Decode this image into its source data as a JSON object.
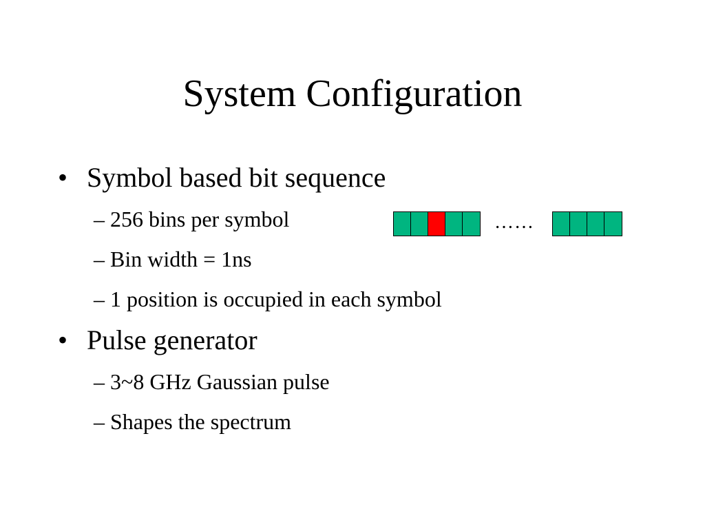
{
  "slide": {
    "title": "System Configuration",
    "bullets": [
      {
        "marker": "•",
        "text": "Symbol based bit sequence",
        "subitems": [
          {
            "marker": "–",
            "text": "256 bins per symbol"
          },
          {
            "marker": "–",
            "text": "Bin width = 1ns"
          },
          {
            "marker": "–",
            "text": "1 position is occupied in each symbol"
          }
        ]
      },
      {
        "marker": "•",
        "text": "Pulse generator",
        "subitems": [
          {
            "marker": "–",
            "text": "3~8 GHz Gaussian pulse"
          },
          {
            "marker": "–",
            "text": "Shapes the spectrum"
          }
        ]
      }
    ]
  },
  "symbol_diagram": {
    "ellipsis": "……",
    "colors": {
      "empty_bin": "#00b580",
      "occupied_bin": "#ff0000"
    },
    "first_group": [
      "empty",
      "empty",
      "occupied",
      "empty",
      "empty"
    ],
    "last_group": [
      "empty",
      "empty",
      "empty",
      "empty"
    ]
  }
}
